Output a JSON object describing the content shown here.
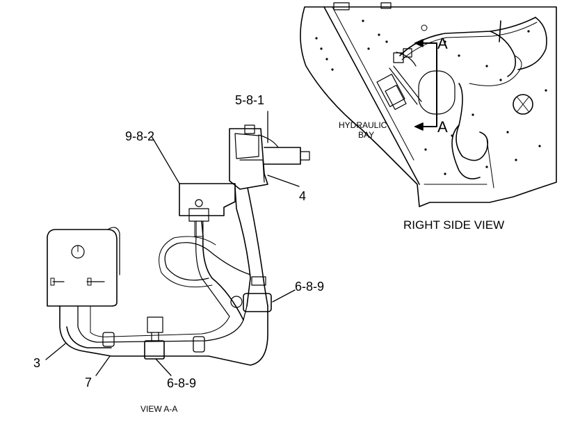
{
  "callouts": {
    "c_5_8_1": "5-8-1",
    "c_9_8_2": "9-8-2",
    "c_4": "4",
    "c_6_8_9_right": "6-8-9",
    "c_3": "3",
    "c_7": "7",
    "c_6_8_9_bottom": "6-8-9"
  },
  "view_label": "VIEW A-A",
  "right_view": {
    "title": "RIGHT SIDE VIEW",
    "bay_line1": "HYDRAULIC",
    "bay_line2": "BAY",
    "section_mark_top": "A",
    "section_mark_bottom": "A"
  }
}
